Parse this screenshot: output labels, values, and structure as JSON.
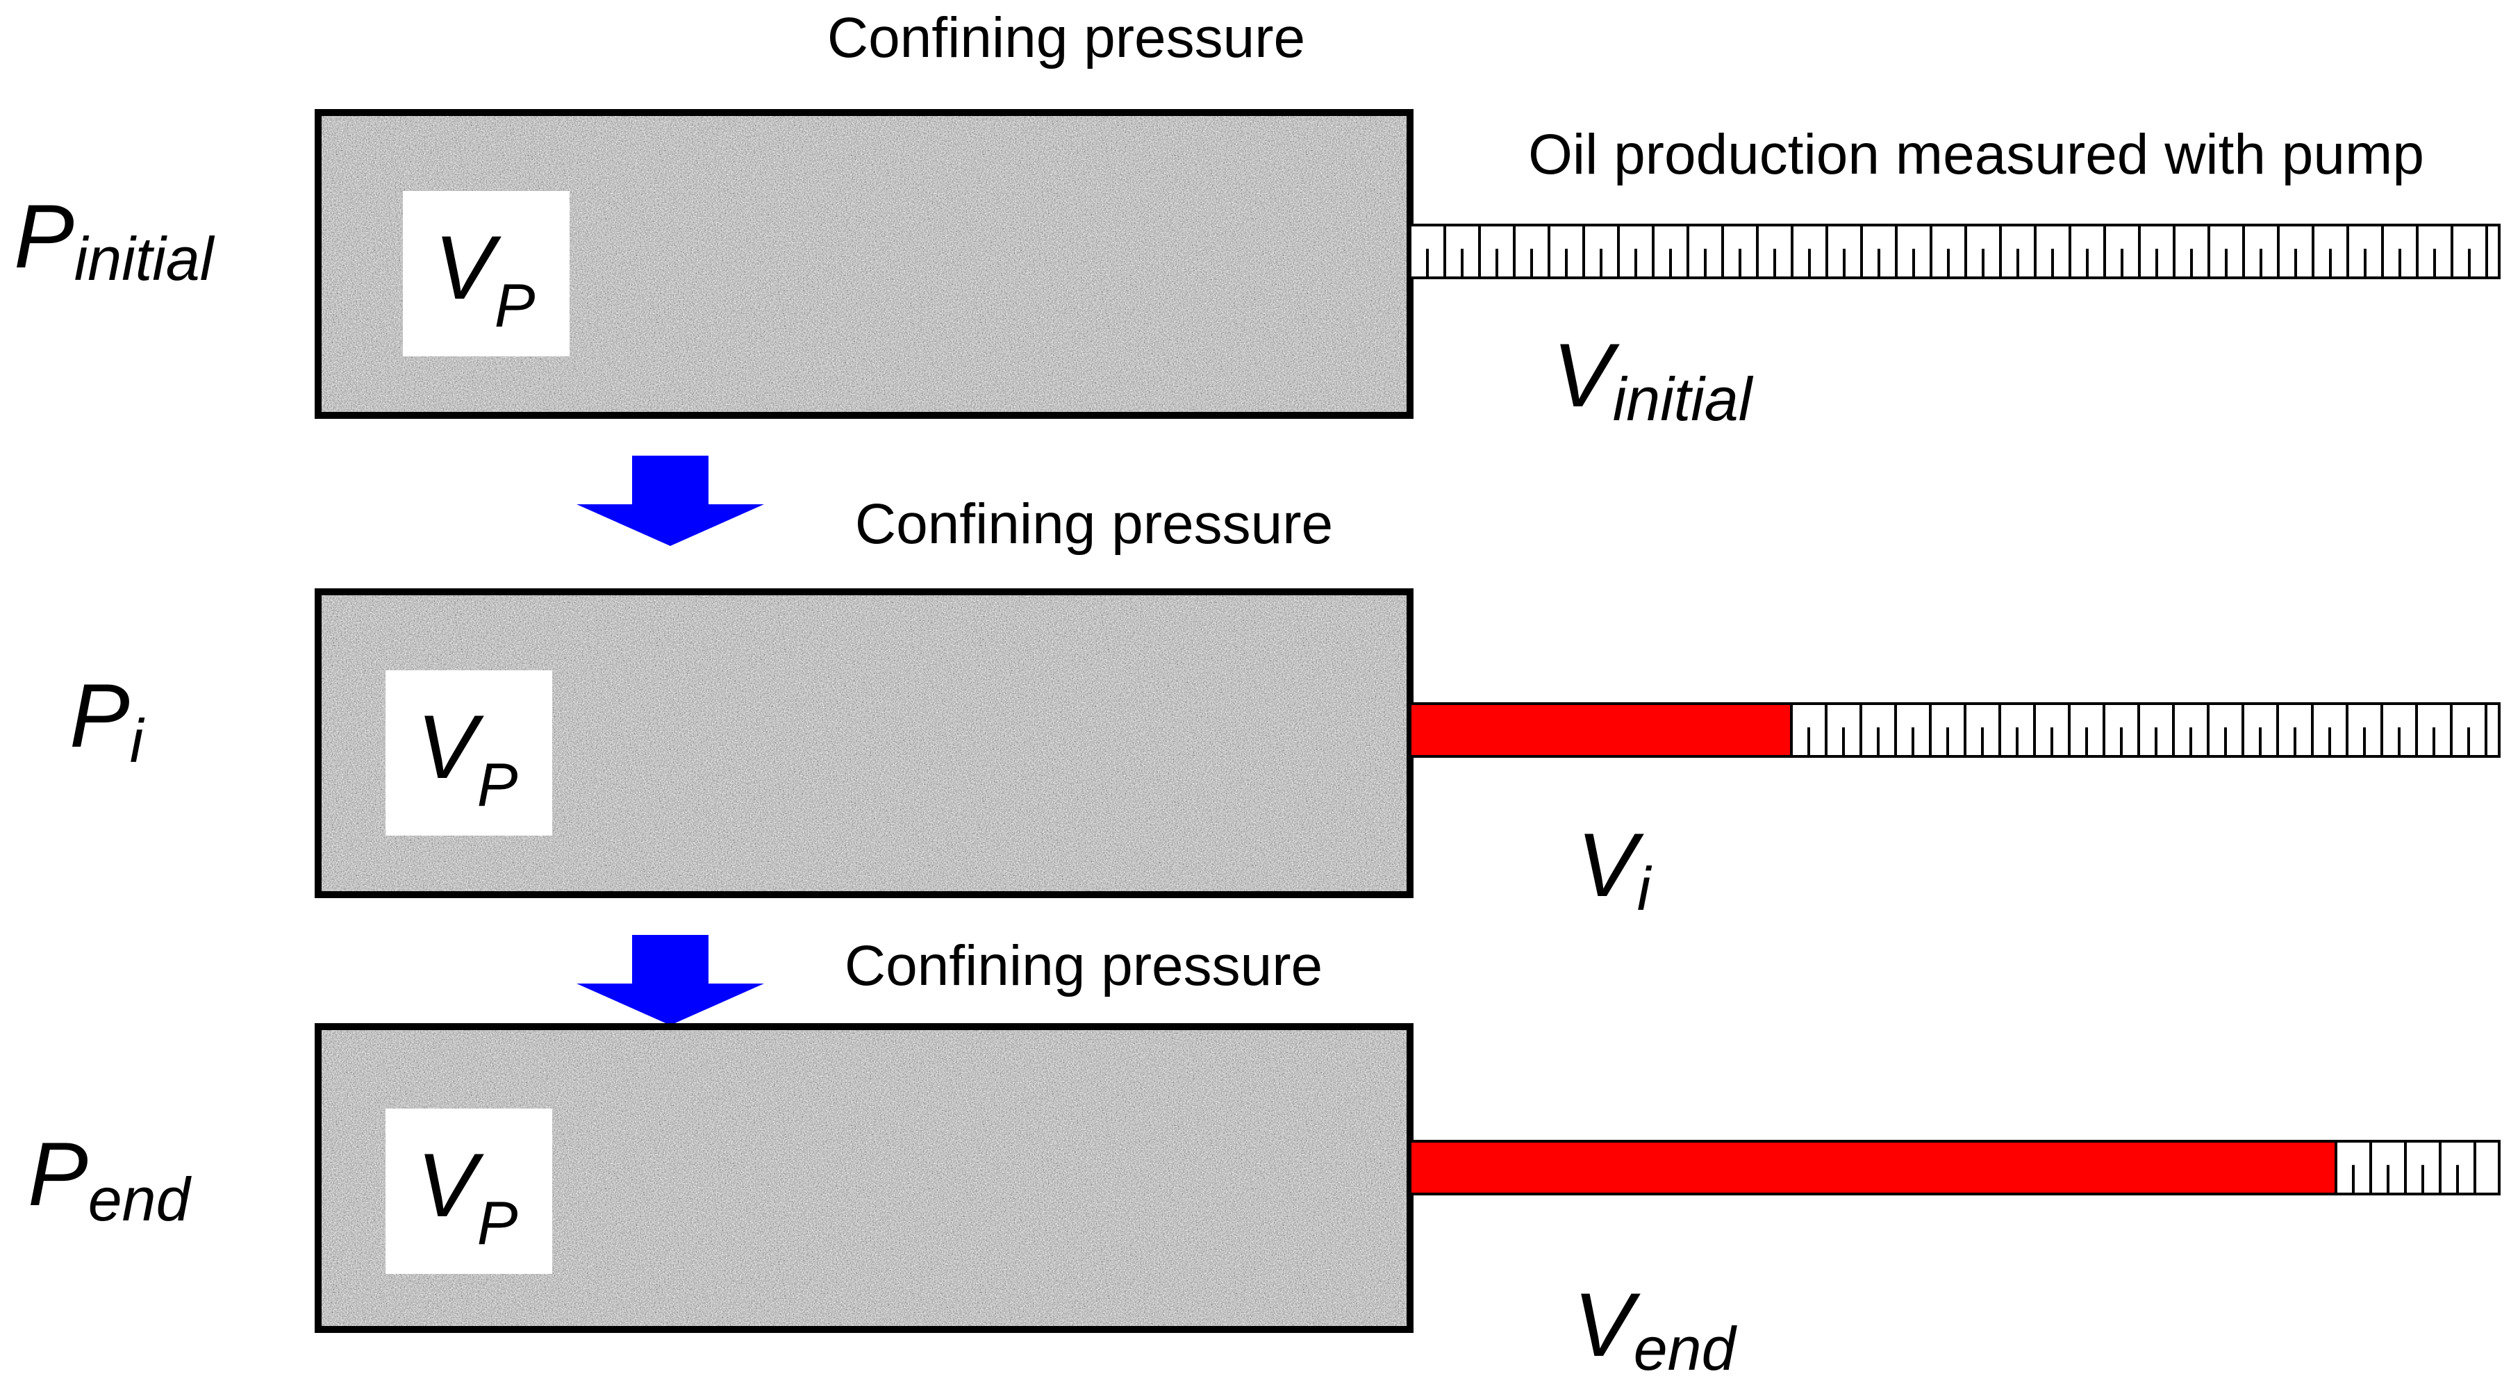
{
  "colors": {
    "oil": "#ff0000",
    "arrow": "#0000ff",
    "outline": "#000000",
    "background": "#ffffff"
  },
  "pump_label": "Oil production measured with pump",
  "stages": [
    {
      "pressure": {
        "main": "P",
        "sub": "initial"
      },
      "confining_label": "Confining pressure",
      "pore_volume": {
        "main": "V",
        "sub": "P"
      },
      "pump_volume": {
        "main": "V",
        "sub": "initial"
      },
      "oil_fraction": 0
    },
    {
      "pressure": {
        "main": "P",
        "sub": "i"
      },
      "confining_label": "Confining pressure",
      "pore_volume": {
        "main": "V",
        "sub": "P"
      },
      "pump_volume": {
        "main": "V",
        "sub": "i"
      },
      "oil_fraction": 0.35
    },
    {
      "pressure": {
        "main": "P",
        "sub": "end"
      },
      "confining_label": "Confining pressure",
      "pore_volume": {
        "main": "V",
        "sub": "P"
      },
      "pump_volume": {
        "main": "V",
        "sub": "end"
      },
      "oil_fraction": 0.85
    }
  ]
}
